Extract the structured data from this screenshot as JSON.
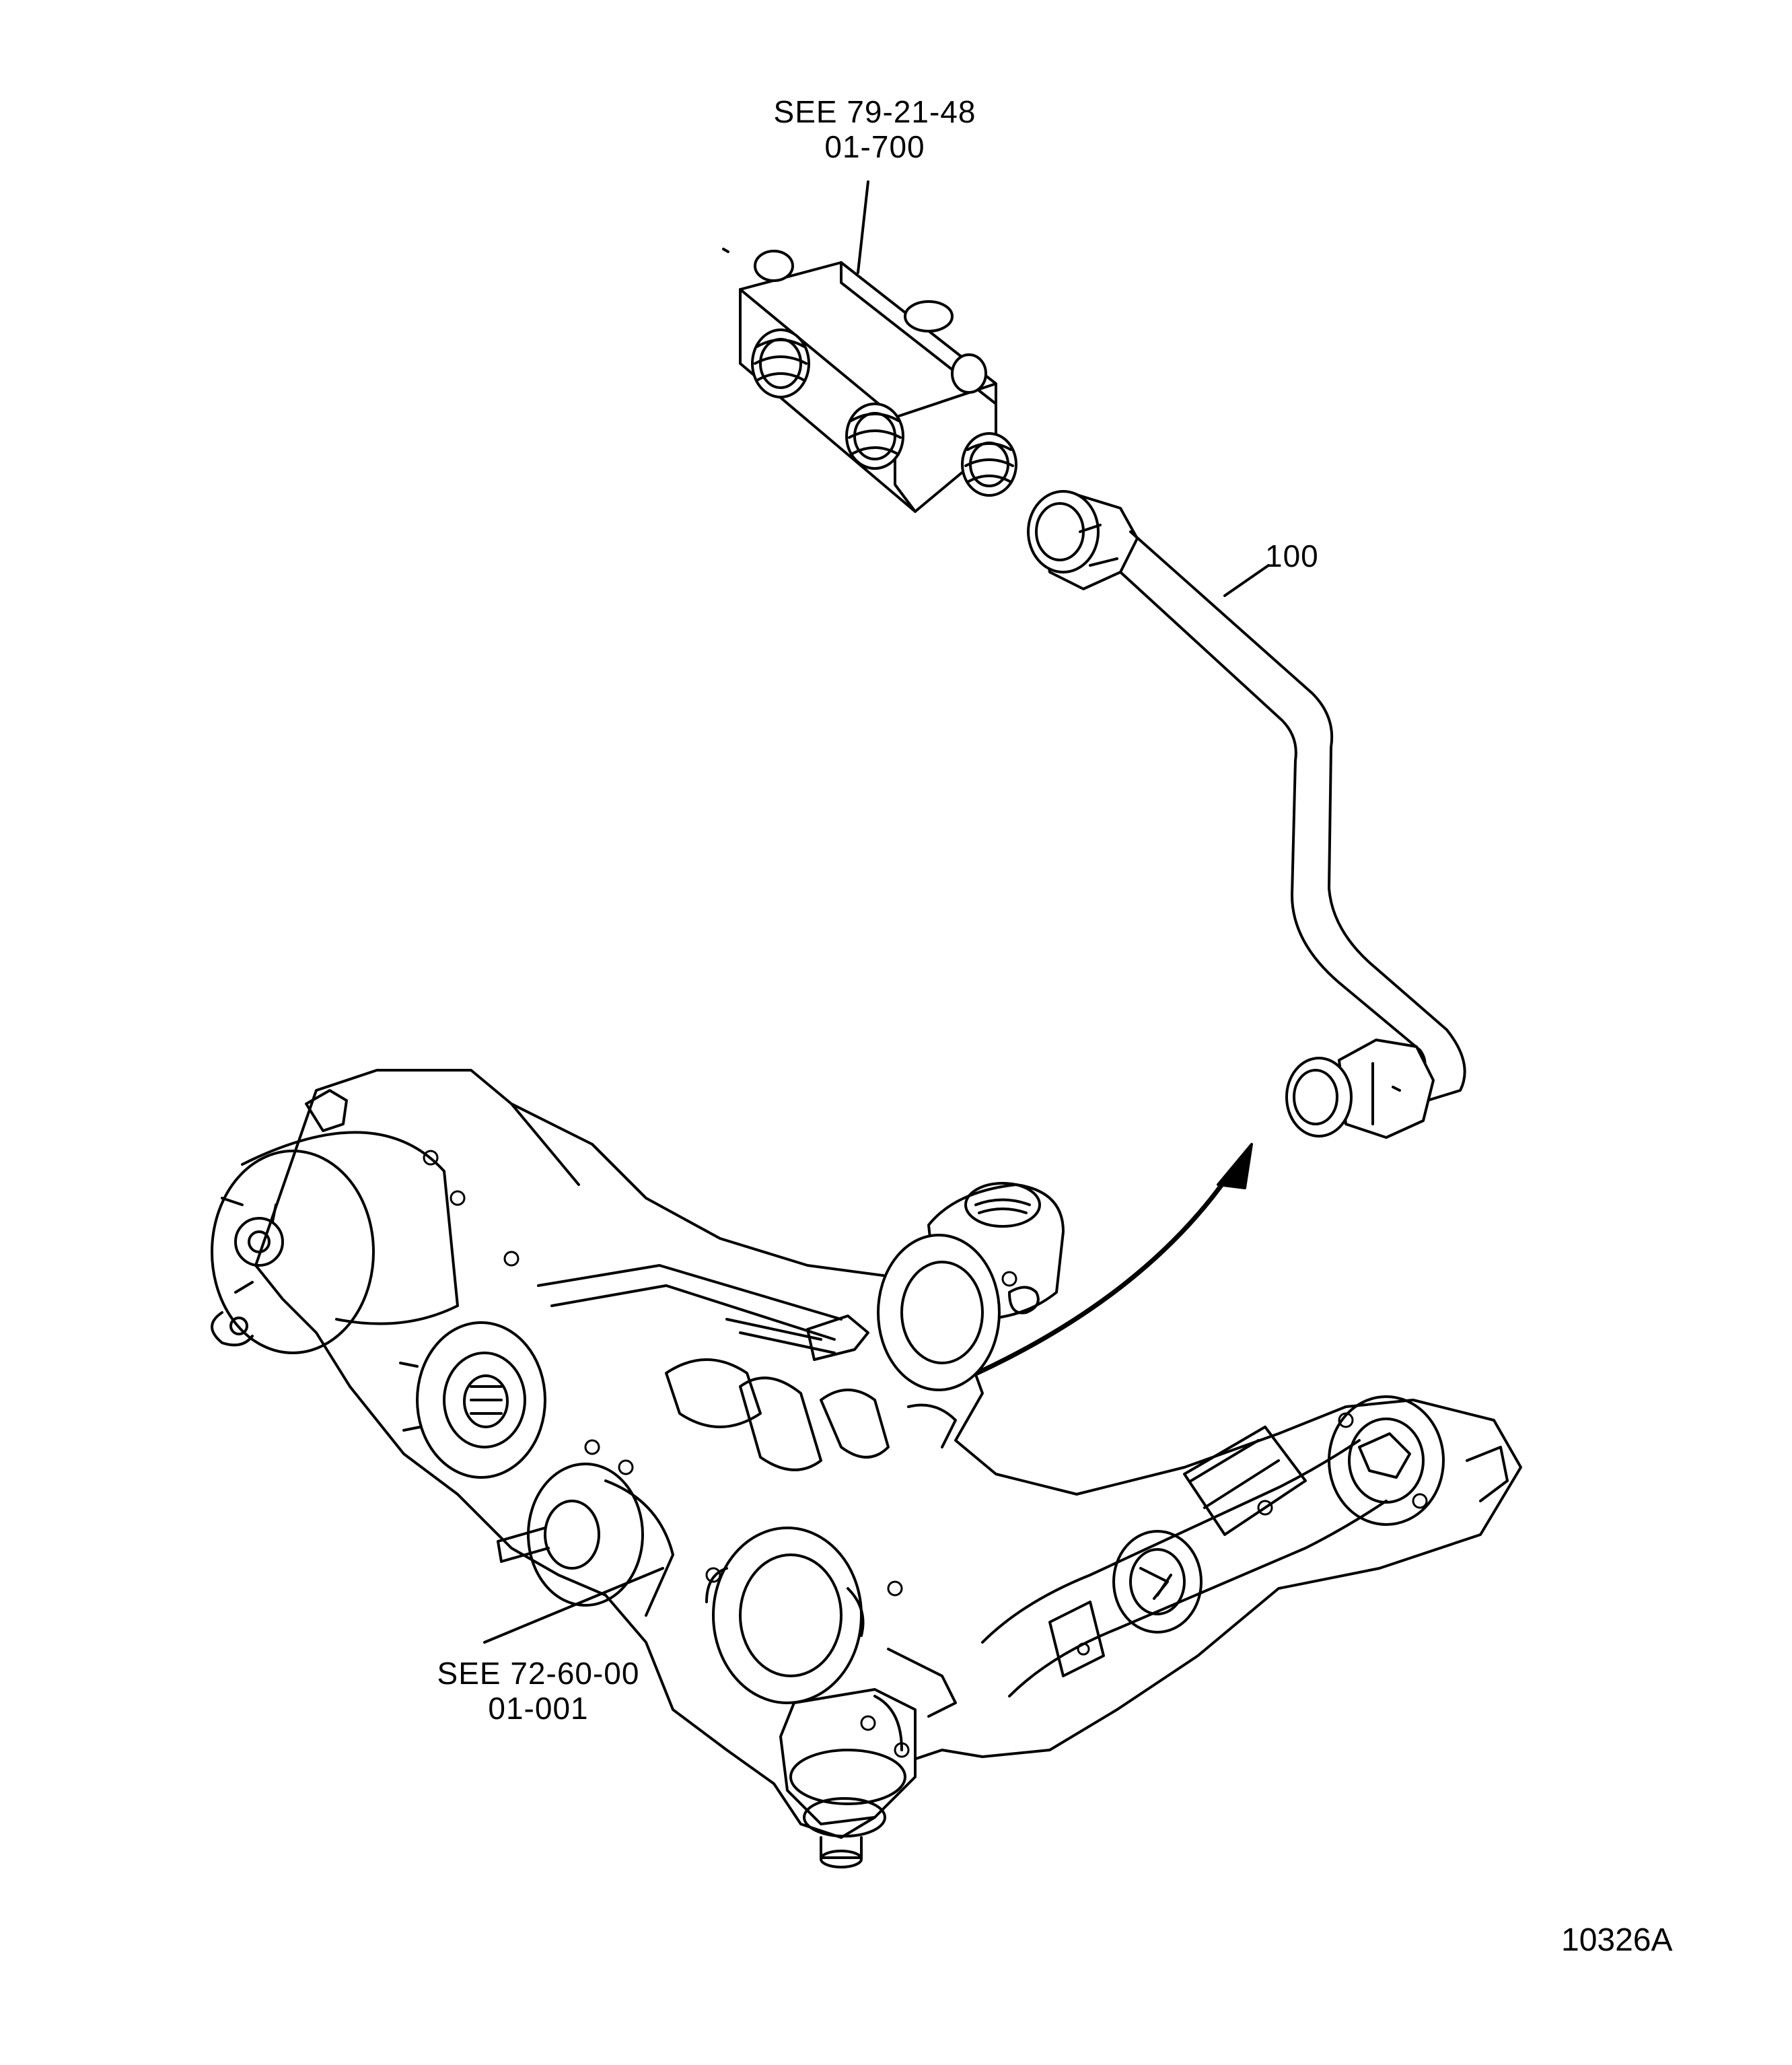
{
  "callouts": {
    "manifold_block": {
      "line1": "SEE 79-21-48",
      "line2": "01-700"
    },
    "tube": {
      "item": "100"
    },
    "gearbox": {
      "line1": "SEE 72-60-00",
      "line2": "01-001"
    }
  },
  "figure_number": "10326A",
  "colors": {
    "ink": "#000000",
    "paper": "#ffffff"
  }
}
